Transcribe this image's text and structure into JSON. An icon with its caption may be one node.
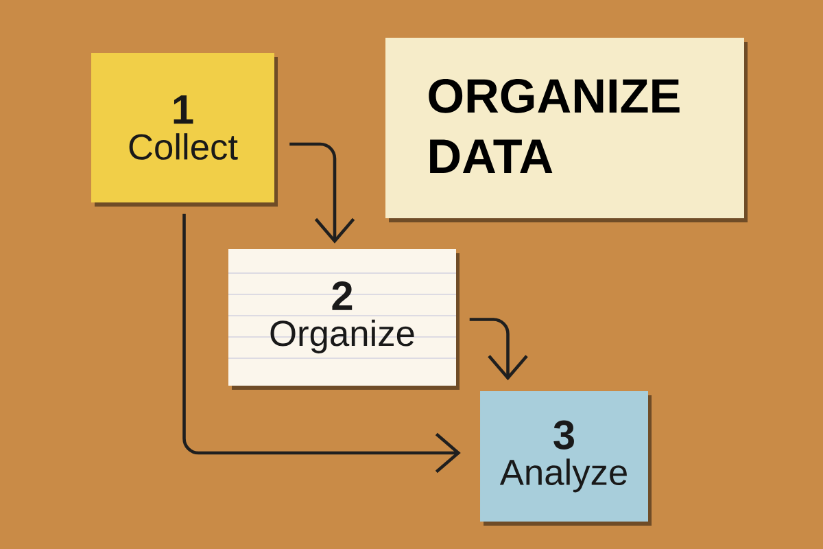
{
  "diagram": {
    "nodes": [
      {
        "text": [
          "ORGANIZE DATA"
        ]
      },
      {
        "text": [
          "1",
          "Collect"
        ]
      },
      {
        "text": [
          "2",
          "Organize"
        ]
      },
      {
        "text": [
          "3",
          "Analyze"
        ]
      }
    ],
    "edges": [
      {
        "from": 1,
        "to": 2,
        "arrow": "to"
      },
      {
        "from": 1,
        "to": 3,
        "arrow": "to"
      },
      {
        "from": 2,
        "to": 3,
        "arrow": "to"
      }
    ]
  }
}
